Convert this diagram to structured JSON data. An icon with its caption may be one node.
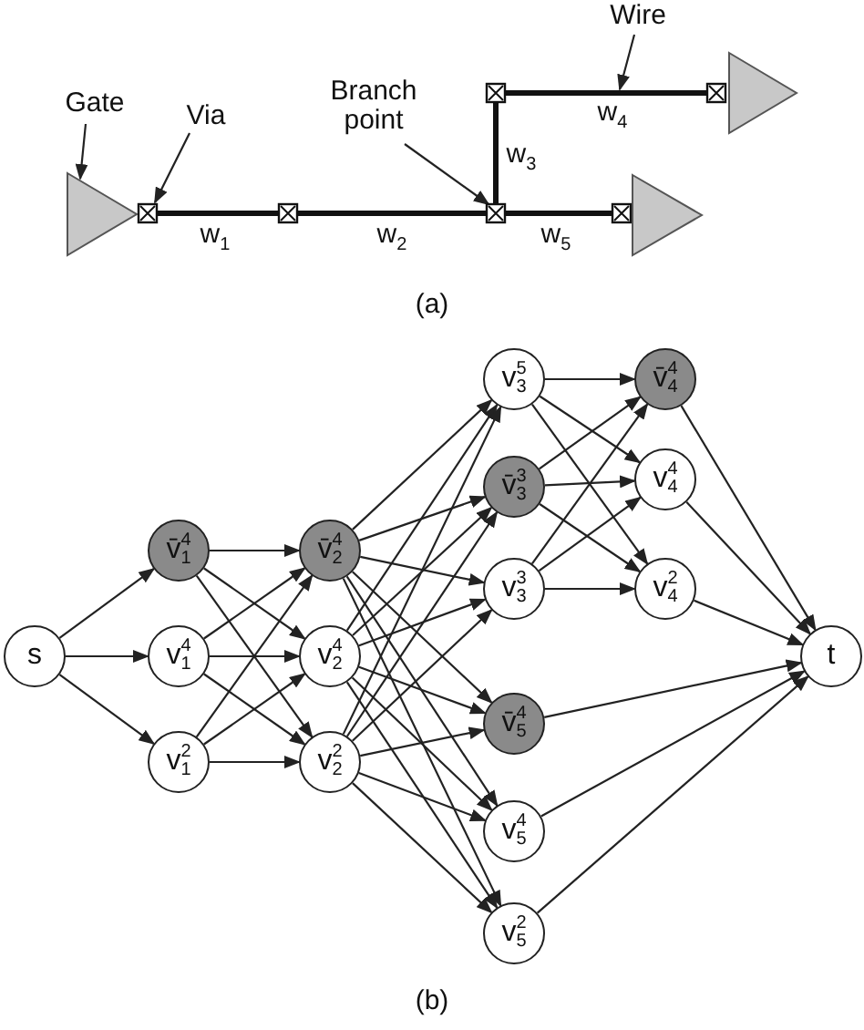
{
  "diagram": {
    "nodes": [
      {
        "text": [
          "Gate"
        ]
      },
      {
        "text": [],
        "shape": "triangle"
      },
      {
        "text": [
          "Via"
        ]
      },
      {
        "text": [],
        "shape": "box"
      },
      {
        "text": [
          "Branch point"
        ]
      },
      {
        "text": [],
        "shape": "box"
      },
      {
        "text": [
          "Wire"
        ]
      },
      {
        "text": [],
        "shape": "bar"
      },
      {
        "text": [
          "s"
        ]
      },
      {
        "text": [
          "v̄$^{4}$$_{1}$"
        ]
      },
      {
        "text": [
          "v$^{4}$$_{1}$"
        ]
      },
      {
        "text": [
          "v$^{2}$$_{1}$"
        ]
      },
      {
        "text": [
          "v̄$^{4}$$_{2}$"
        ]
      },
      {
        "text": [
          "v$^{4}$$_{2}$"
        ]
      },
      {
        "text": [
          "v$^{2}$$_{2}$"
        ]
      },
      {
        "text": [
          "v$^{5}$$_{3}$"
        ]
      },
      {
        "text": [
          "v̄$^{3}$$_{3}$"
        ]
      },
      {
        "text": [
          "v$^{3}$$_{3}$"
        ]
      },
      {
        "text": [
          "v̄$^{4}$$_{5}$"
        ]
      },
      {
        "text": [
          "v$^{4}$$_{5}$"
        ]
      },
      {
        "text": [
          "v$^{2}$$_{5}$"
        ]
      },
      {
        "text": [
          "v̄$^{4}$$_{4}$"
        ]
      },
      {
        "text": [
          "v$^{4}$$_{4}$"
        ]
      },
      {
        "text": [
          "v$^{2}$$_{4}$"
        ]
      },
      {
        "text": [
          "t"
        ]
      }
    ],
    "edges": [
      {
        "from": 0,
        "to": 1,
        "arrow": "to"
      },
      {
        "from": 2,
        "to": 3,
        "arrow": "to"
      },
      {
        "from": 4,
        "to": 5,
        "arrow": "to"
      },
      {
        "from": 6,
        "to": 7,
        "arrow": "to"
      },
      {
        "from": 8,
        "to": 9,
        "arrow": "to"
      },
      {
        "from": 8,
        "to": 10,
        "arrow": "to"
      },
      {
        "from": 8,
        "to": 11,
        "arrow": "to"
      },
      {
        "from": 9,
        "to": 12,
        "arrow": "to"
      },
      {
        "from": 9,
        "to": 13,
        "arrow": "to"
      },
      {
        "from": 9,
        "to": 14,
        "arrow": "to"
      },
      {
        "from": 10,
        "to": 12,
        "arrow": "to"
      },
      {
        "from": 10,
        "to": 13,
        "arrow": "to"
      },
      {
        "from": 10,
        "to": 14,
        "arrow": "to"
      },
      {
        "from": 11,
        "to": 12,
        "arrow": "to"
      },
      {
        "from": 11,
        "to": 13,
        "arrow": "to"
      },
      {
        "from": 11,
        "to": 14,
        "arrow": "to"
      },
      {
        "from": 12,
        "to": 15,
        "arrow": "to"
      },
      {
        "from": 12,
        "to": 16,
        "arrow": "to"
      },
      {
        "from": 12,
        "to": 17,
        "arrow": "to"
      },
      {
        "from": 12,
        "to": 18,
        "arrow": "to"
      },
      {
        "from": 12,
        "to": 19,
        "arrow": "to"
      },
      {
        "from": 12,
        "to": 20,
        "arrow": "to"
      },
      {
        "from": 13,
        "to": 15,
        "arrow": "to"
      },
      {
        "from": 13,
        "to": 16,
        "arrow": "to"
      },
      {
        "from": 13,
        "to": 17,
        "arrow": "to"
      },
      {
        "from": 13,
        "to": 18,
        "arrow": "to"
      },
      {
        "from": 13,
        "to": 19,
        "arrow": "to"
      },
      {
        "from": 13,
        "to": 20,
        "arrow": "to"
      },
      {
        "from": 14,
        "to": 15,
        "arrow": "to"
      },
      {
        "from": 14,
        "to": 16,
        "arrow": "to"
      },
      {
        "from": 14,
        "to": 17,
        "arrow": "to"
      },
      {
        "from": 14,
        "to": 18,
        "arrow": "to"
      },
      {
        "from": 14,
        "to": 19,
        "arrow": "to"
      },
      {
        "from": 14,
        "to": 20,
        "arrow": "to"
      },
      {
        "from": 15,
        "to": 21,
        "arrow": "to"
      },
      {
        "from": 15,
        "to": 22,
        "arrow": "to"
      },
      {
        "from": 15,
        "to": 23,
        "arrow": "to"
      },
      {
        "from": 16,
        "to": 21,
        "arrow": "to"
      },
      {
        "from": 16,
        "to": 22,
        "arrow": "to"
      },
      {
        "from": 16,
        "to": 23,
        "arrow": "to"
      },
      {
        "from": 17,
        "to": 21,
        "arrow": "to"
      },
      {
        "from": 17,
        "to": 22,
        "arrow": "to"
      },
      {
        "from": 17,
        "to": 23,
        "arrow": "to"
      },
      {
        "from": 21,
        "to": 24,
        "arrow": "to"
      },
      {
        "from": 22,
        "to": 24,
        "arrow": "to"
      },
      {
        "from": 23,
        "to": 24,
        "arrow": "to"
      },
      {
        "from": 18,
        "to": 24,
        "arrow": "to"
      },
      {
        "from": 19,
        "to": 24,
        "arrow": "to"
      },
      {
        "from": 20,
        "to": 24,
        "arrow": "to"
      }
    ],
    "labels": [
      "w$_{4}$",
      "w$_{3}$",
      "w$_{1}$",
      "w$_{2}$",
      "w$_{5}$",
      "(a)",
      "(b)"
    ]
  }
}
